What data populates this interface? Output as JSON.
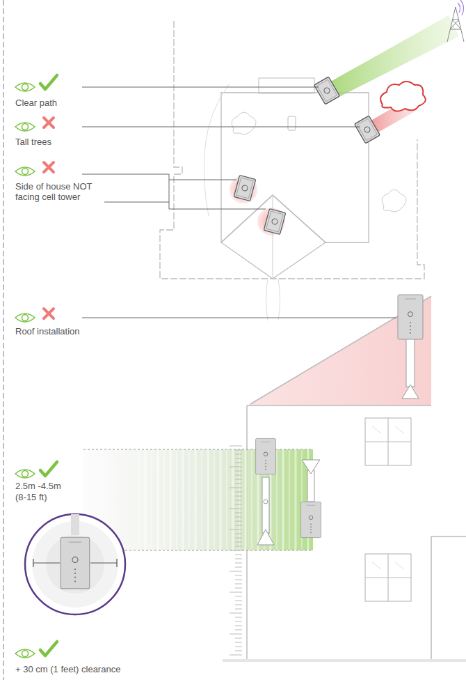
{
  "diagram": {
    "labels": [
      "Clear path",
      "Tall trees",
      "Side of house NOT facing cell tower",
      "Roof installation",
      "2.5m -4.5m",
      "(8-15 ft)",
      "+ 30 cm (1 feet) clearance"
    ]
  }
}
